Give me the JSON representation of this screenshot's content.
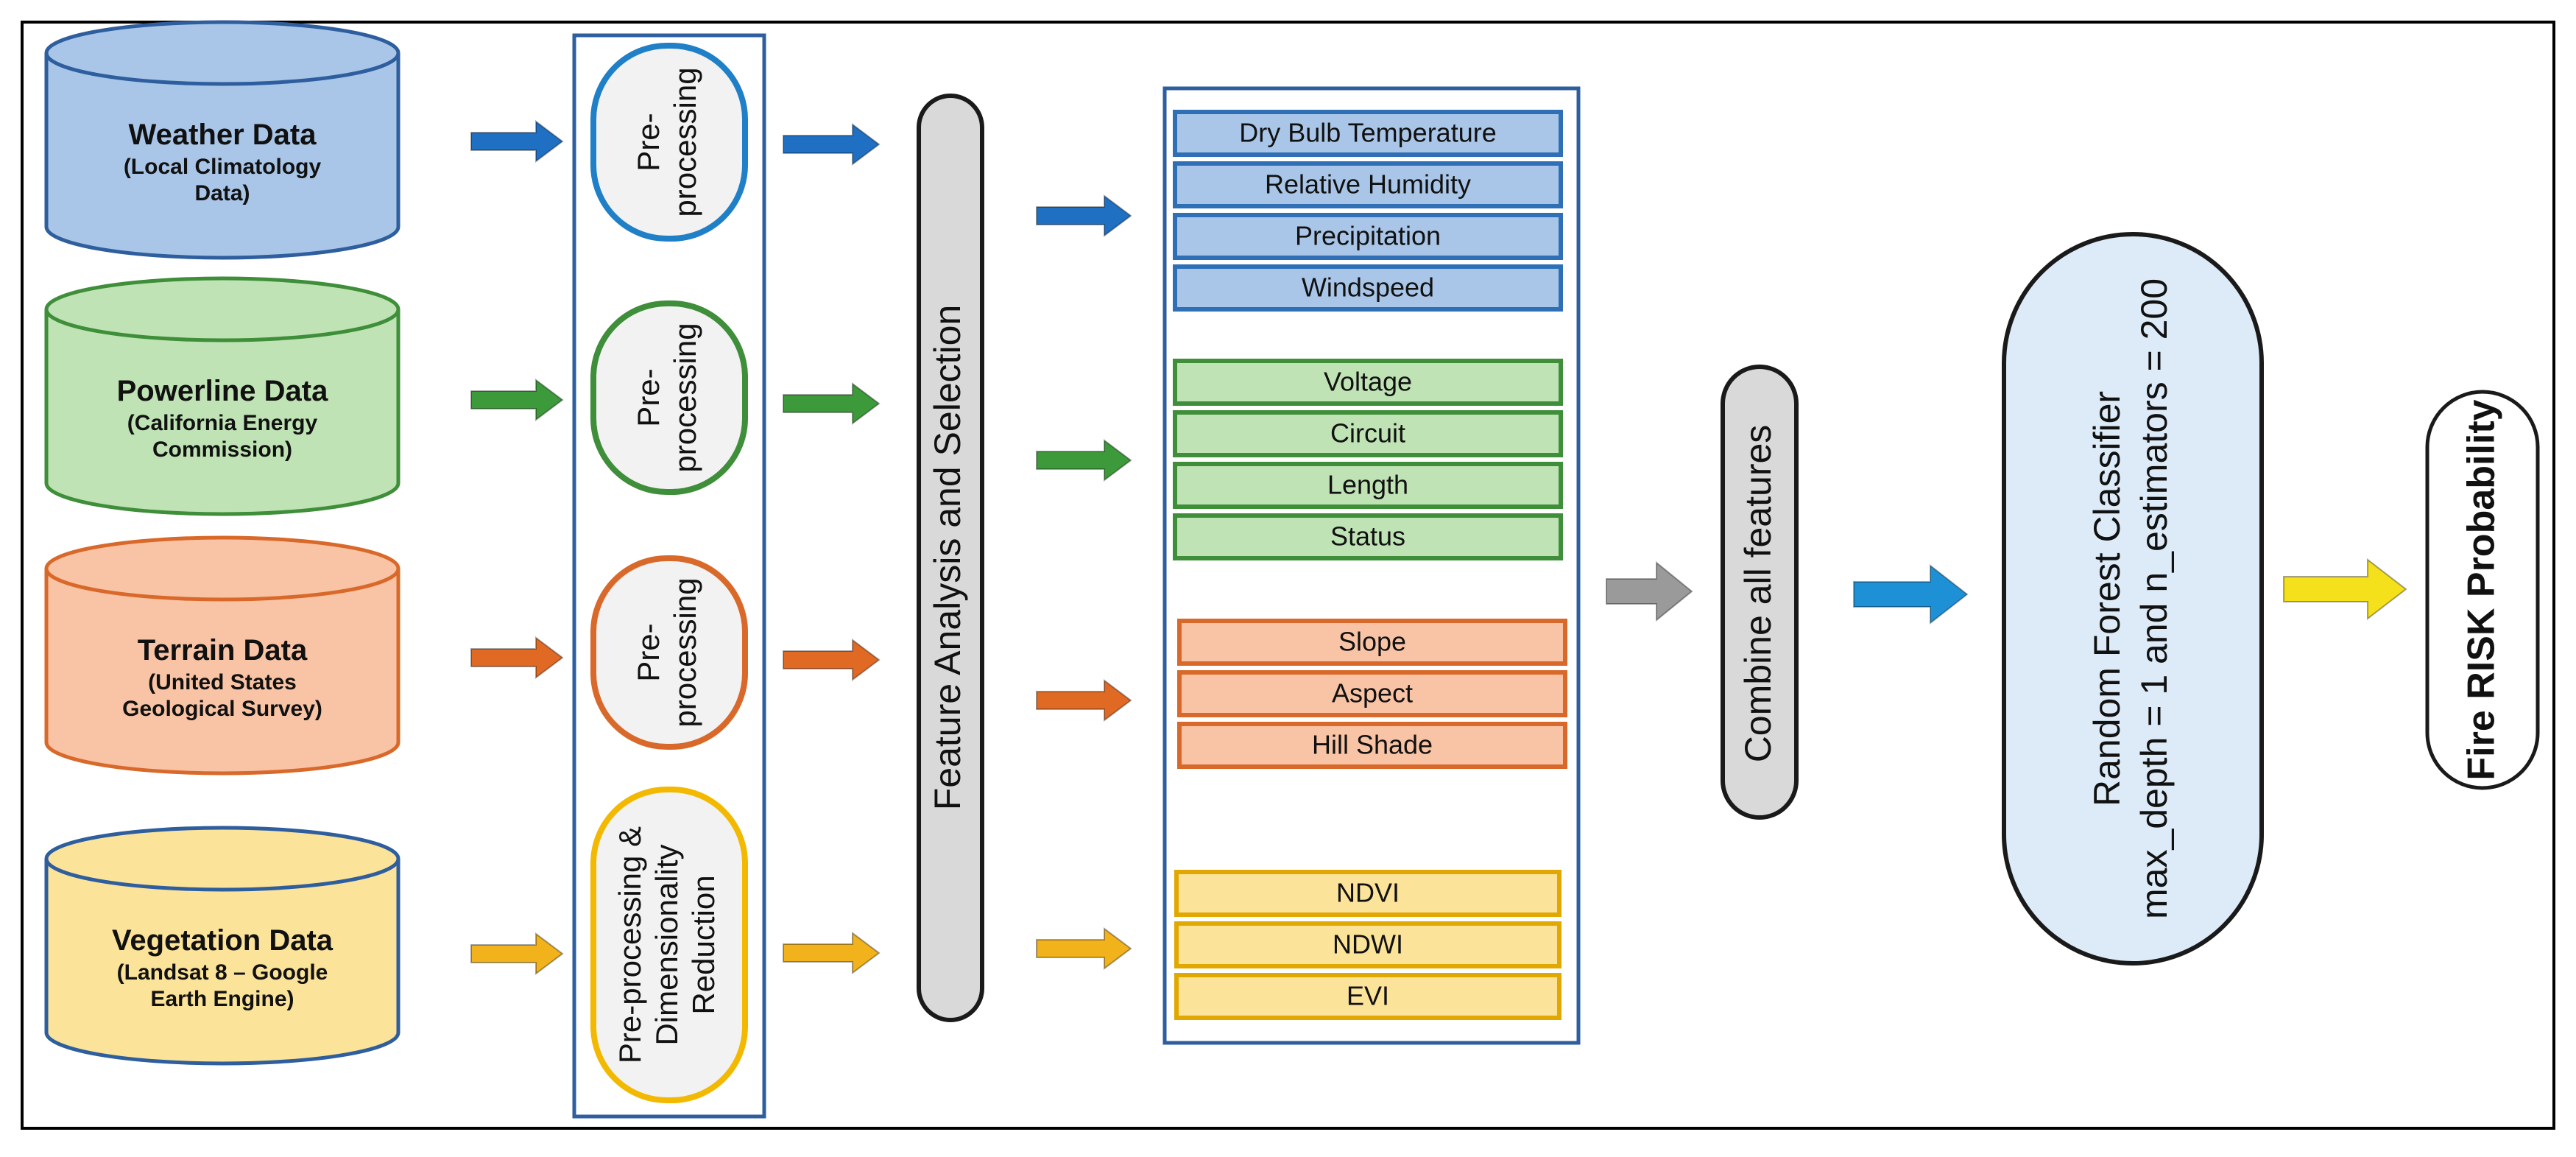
{
  "sources": [
    {
      "title": "Weather Data",
      "sub1": "(Local Climatology",
      "sub2": "Data)",
      "fill": "#A9C6E8",
      "stroke": "#2E5E9E"
    },
    {
      "title": "Powerline Data",
      "sub1": "(California Energy",
      "sub2": "Commission)",
      "fill": "#BFE3B4",
      "stroke": "#3E8E3A"
    },
    {
      "title": "Terrain Data",
      "sub1": "(United States",
      "sub2": "Geological Survey)",
      "fill": "#F9C4A5",
      "stroke": "#D9692A"
    },
    {
      "title": "Vegetation Data",
      "sub1": "(Landsat 8 – Google",
      "sub2": "Earth Engine)",
      "fill": "#FCE39A",
      "stroke": "#2E5E9E"
    }
  ],
  "preprocessing": [
    {
      "lines": [
        "Pre-",
        "processing"
      ],
      "stroke": "#1F7FC7"
    },
    {
      "lines": [
        "Pre-",
        "processing"
      ],
      "stroke": "#3E8E3A"
    },
    {
      "lines": [
        "Pre-",
        "processing"
      ],
      "stroke": "#D9692A"
    },
    {
      "lines": [
        "Pre-processing &",
        "Dimensionality",
        "Reduction"
      ],
      "stroke": "#F2B900"
    }
  ],
  "arrow_colors": [
    "#1F6FC2",
    "#3C9A3A",
    "#E06A24",
    "#F2B21B"
  ],
  "feature_selection": {
    "label": "Feature Analysis and Selection"
  },
  "feature_groups": [
    {
      "fill": "#A9C6E8",
      "stroke": "#2E6FB5",
      "items": [
        "Dry Bulb Temperature",
        "Relative Humidity",
        "Precipitation",
        "Windspeed"
      ]
    },
    {
      "fill": "#BFE3B4",
      "stroke": "#3E8E3A",
      "items": [
        "Voltage",
        "Circuit",
        "Length",
        "Status"
      ]
    },
    {
      "fill": "#F9C4A5",
      "stroke": "#D9692A",
      "items": [
        "Slope",
        "Aspect",
        "Hill Shade"
      ]
    },
    {
      "fill": "#FCE39A",
      "stroke": "#E0A800",
      "items": [
        "NDVI",
        "NDWI",
        "EVI"
      ]
    }
  ],
  "combine": {
    "label": "Combine all features",
    "arrow_color": "#9A9A9A"
  },
  "classifier": {
    "line1": "Random Forest Classifier",
    "line2": "max_depth = 1 and n_estimators = 200",
    "fill": "#DCEBF7",
    "arrow_color": "#1E90D6"
  },
  "output": {
    "label": "Fire RISK Probability",
    "arrow_color": "#F5E01C"
  }
}
